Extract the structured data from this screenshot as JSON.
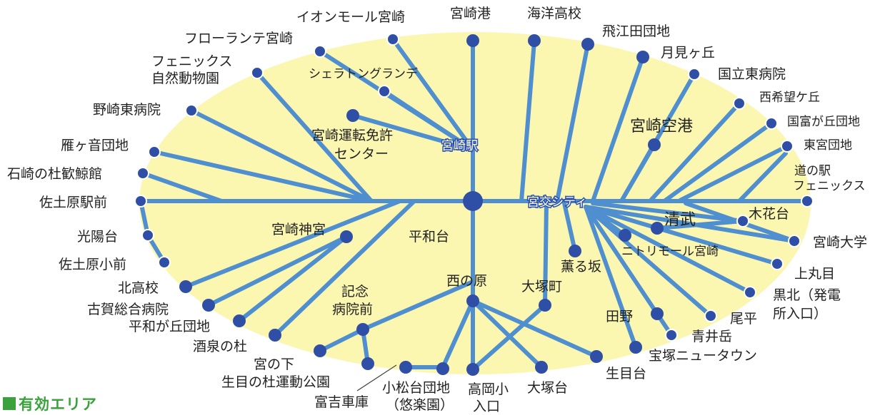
{
  "legend": {
    "label": "有効エリア",
    "color": "#3aa23a"
  },
  "colors": {
    "area": "#fbf7b0",
    "route": "#4f8fd0",
    "stop": "#2f4ea5"
  },
  "hubs": {
    "miyazaki_station": "宮崎駅",
    "miyako_city": "宮交シティ"
  },
  "stops": {
    "aeon_mall": "イオンモール宮崎",
    "miyazaki_port": "宮崎港",
    "kaiyo_hs": "海洋高校",
    "hiedata": "飛江田団地",
    "tsukimigaoka": "月見ヶ丘",
    "kokuritsu_higashi": "国立東病院",
    "nishikibogaoka": "西希望ケ丘",
    "kunitomigaoka": "国富が丘団地",
    "higashimiya": "東宮団地",
    "michinoeki_1": "道の駅",
    "michinoeki_2": "フェニックス",
    "flowerland": "フローランテ宮崎",
    "phoenix_zoo_1": "フェニックス",
    "phoenix_zoo_2": "自然動物園",
    "sheraton": "シェラトングランデ",
    "nozaki_higashi": "野崎東病院",
    "license_1": "宮崎運転免許",
    "license_2": "センター",
    "miyazaki_airport": "宮崎空港",
    "karigane": "雁ヶ音団地",
    "ishizaki": "石崎の杜歓鯨館",
    "sadowara_st": "佐土原駅前",
    "koyodai": "光陽台",
    "sadowara_es": "佐土原小前",
    "miyazaki_jingu": "宮崎神宮",
    "heiwadai": "平和台",
    "mokkadai": "木花台",
    "kiyotake": "清武",
    "miyazaki_univ": "宮崎大学",
    "nitori": "ニトリモール宮崎",
    "kaoruzaka": "薫る坂",
    "kamimarume": "上丸目",
    "kurokita_1": "黒北（発電",
    "kurokita_2": "所入口）",
    "kitakoko": "北高校",
    "koga": "古賀総合病院",
    "heiwagaoka": "平和が丘団地",
    "sakaizumi": "酒泉の杜",
    "kinen_1": "記念",
    "kinen_2": "病院前",
    "nishinohara": "西の原",
    "otsukamachi": "大塚町",
    "tano": "田野",
    "obira": "尾平",
    "aoidake": "青井岳",
    "hozuka_nt": "宝塚ニュータウン",
    "miyanoshita": "宮の下",
    "ikime_park": "生目の杜運動公園",
    "tomiyoshi": "富吉車庫",
    "komatsudai_1": "小松台団地",
    "komatsudai_2": "（悠楽園）",
    "takaoka_1": "高岡小",
    "takaoka_2": "入口",
    "otsukadai": "大塚台",
    "ikimedai": "生目台"
  }
}
